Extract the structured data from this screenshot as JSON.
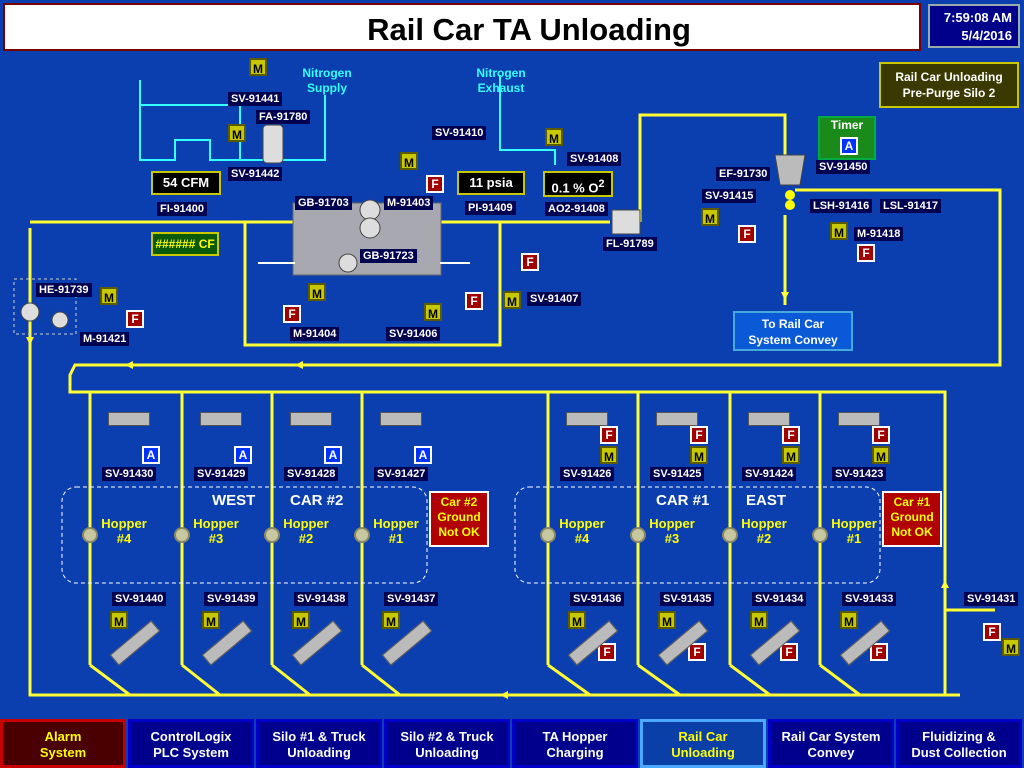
{
  "header": {
    "title": "Rail Car TA Unloading",
    "time": "7:59:08 AM",
    "date": "5/4/2016"
  },
  "colors": {
    "background": "#0b3fb0",
    "line": "#ffff33",
    "nitrogen": "#33ffff",
    "fault": "#a00000",
    "manual": "#c8c800",
    "auto": "#0033ff"
  },
  "status_box": {
    "line1": "Rail Car Unloading",
    "line2": "Pre-Purge Silo 2"
  },
  "timer": {
    "label": "Timer",
    "mode": "A",
    "tag": "SV-91450"
  },
  "nitrogen": {
    "supply": "Nitrogen Supply",
    "exhaust": "Nitrogen Exhaust"
  },
  "displays": {
    "flow": "54 CFM",
    "flow_tag": "FI-91400",
    "total": "###### CF",
    "pressure": "11 psia",
    "pressure_tag": "PI-91409",
    "o2": "0.1 % O",
    "o2_sup": "2",
    "o2_tag": "AO2-91408"
  },
  "tags": {
    "sv91441": "SV-91441",
    "fa91780": "FA-91780",
    "sv91442": "SV-91442",
    "sv91410": "SV-91410",
    "sv91408": "SV-91408",
    "gb91703": "GB-91703",
    "m91403": "M-91403",
    "gb91723": "GB-91723",
    "m91404": "M-91404",
    "sv91406": "SV-91406",
    "sv91407": "SV-91407",
    "fl91789": "FL-91789",
    "ef91730": "EF-91730",
    "sv91415": "SV-91415",
    "lsh91416": "LSH-91416",
    "lsl91417": "LSL-91417",
    "m91418": "M-91418",
    "he91739": "HE-91739",
    "m91421": "M-91421",
    "sv91431": "SV-91431"
  },
  "convey_button": {
    "line1": "To Rail Car",
    "line2": "System Convey"
  },
  "cars": {
    "car2": {
      "label": "CAR #2",
      "dir": "WEST",
      "alarm": [
        "Car #2",
        "Ground",
        "Not OK"
      ]
    },
    "car1": {
      "label": "CAR #1",
      "dir": "EAST",
      "alarm": [
        "Car #1",
        "Ground",
        "Not OK"
      ]
    }
  },
  "top_valves": [
    {
      "tag": "SV-91430",
      "mode": "A"
    },
    {
      "tag": "SV-91429",
      "mode": "A"
    },
    {
      "tag": "SV-91428",
      "mode": "A"
    },
    {
      "tag": "SV-91427",
      "mode": "A"
    },
    {
      "tag": "SV-91426",
      "mode": "F"
    },
    {
      "tag": "SV-91425",
      "mode": "F"
    },
    {
      "tag": "SV-91424",
      "mode": "F"
    },
    {
      "tag": "SV-91423",
      "mode": "F"
    }
  ],
  "hoppers": [
    {
      "name": "Hopper",
      "num": "#4"
    },
    {
      "name": "Hopper",
      "num": "#3"
    },
    {
      "name": "Hopper",
      "num": "#2"
    },
    {
      "name": "Hopper",
      "num": "#1"
    },
    {
      "name": "Hopper",
      "num": "#4"
    },
    {
      "name": "Hopper",
      "num": "#3"
    },
    {
      "name": "Hopper",
      "num": "#2"
    },
    {
      "name": "Hopper",
      "num": "#1"
    }
  ],
  "bottom_valves": [
    {
      "tag": "SV-91440"
    },
    {
      "tag": "SV-91439"
    },
    {
      "tag": "SV-91438"
    },
    {
      "tag": "SV-91437"
    },
    {
      "tag": "SV-91436"
    },
    {
      "tag": "SV-91435"
    },
    {
      "tag": "SV-91434"
    },
    {
      "tag": "SV-91433"
    }
  ],
  "nav": [
    {
      "label": "Alarm\nSystem"
    },
    {
      "label": "ControlLogix\nPLC System"
    },
    {
      "label": "Silo #1 & Truck\nUnloading"
    },
    {
      "label": "Silo #2 & Truck\nUnloading"
    },
    {
      "label": "TA Hopper\nCharging"
    },
    {
      "label": "Rail Car\nUnloading"
    },
    {
      "label": "Rail Car System\nConvey"
    },
    {
      "label": "Fluidizing &\nDust Collection"
    }
  ]
}
